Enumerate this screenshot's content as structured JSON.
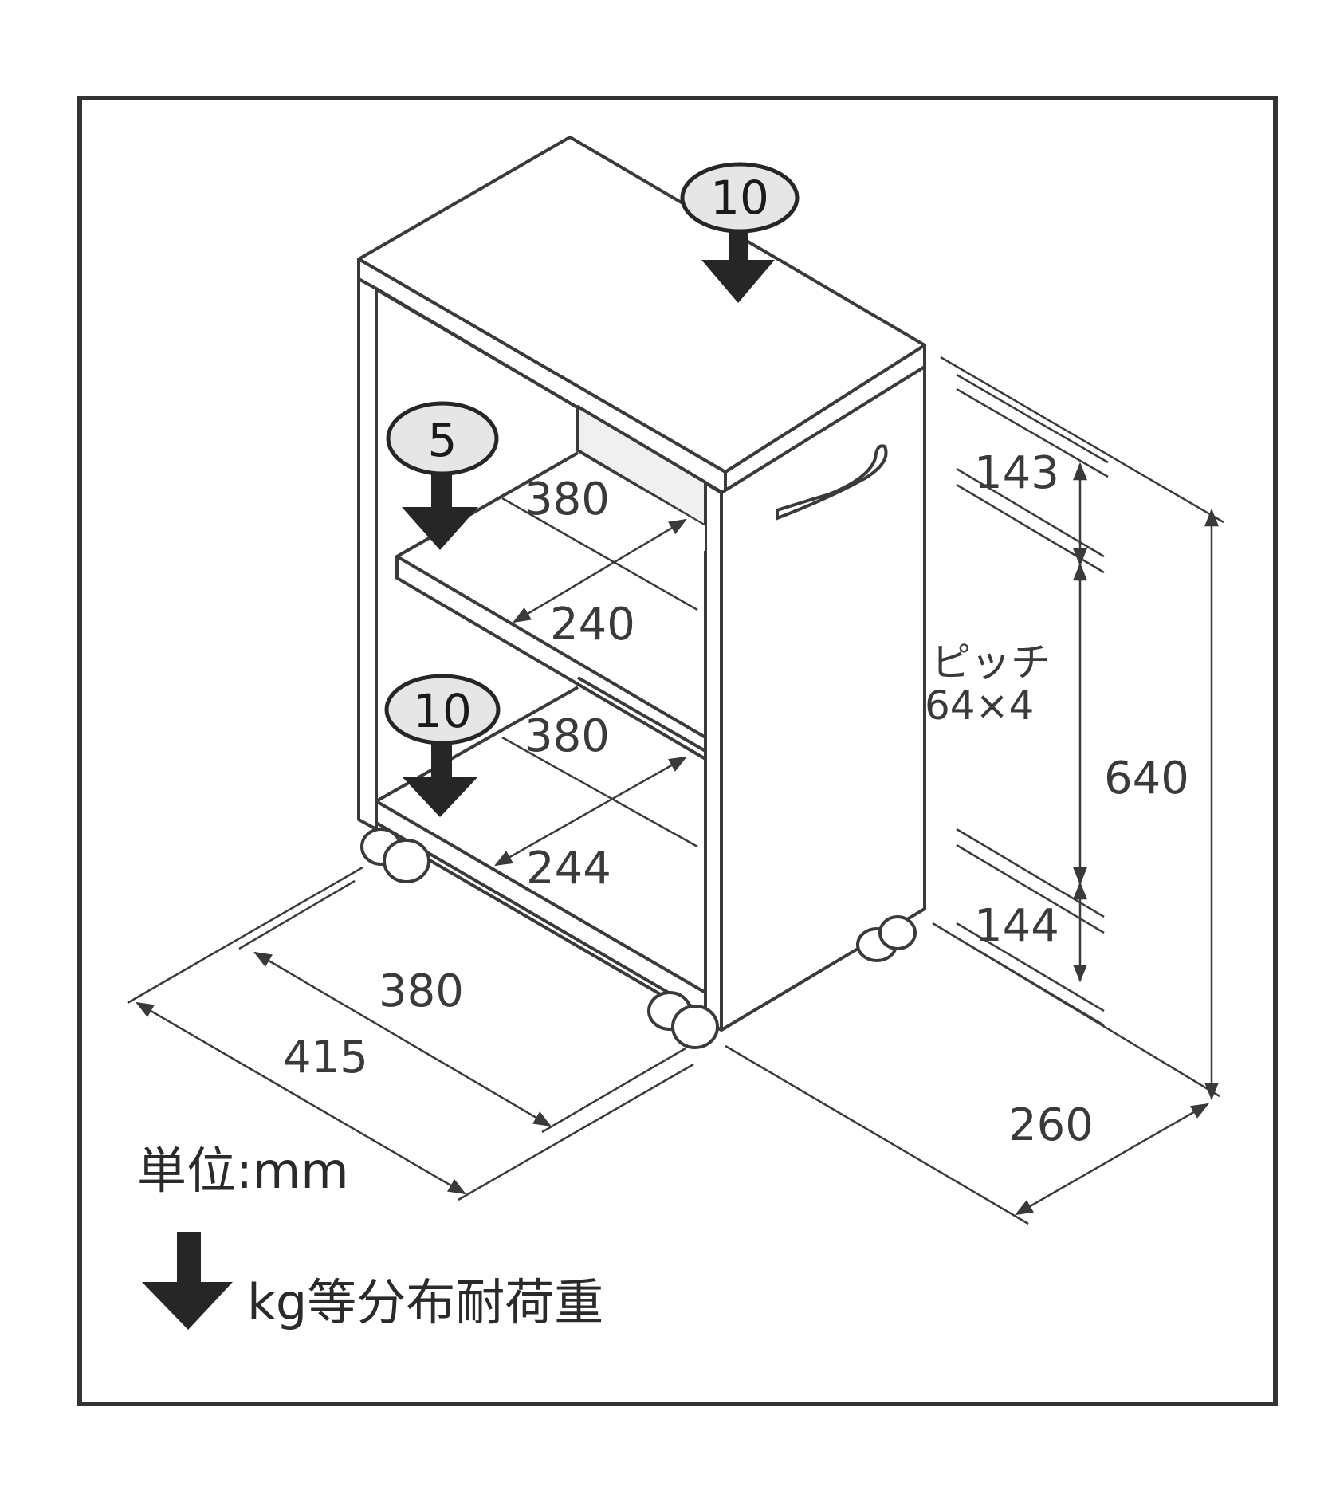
{
  "colors": {
    "frame": "#333333",
    "line": "#3a3a3a",
    "arrow": "#262626",
    "badge_fill": "#e6e6e6",
    "text": "#3a3a3a"
  },
  "loads": {
    "top": "10",
    "upper_shelf": "5",
    "lower_shelf": "10"
  },
  "dimensions": {
    "upper_shelf_width": "380",
    "upper_shelf_depth": "240",
    "lower_shelf_width": "380",
    "lower_shelf_depth": "244",
    "pitch_top": "143",
    "pitch_bottom": "144",
    "pitch_label": "ピッチ",
    "pitch_value": "64×4",
    "height": "640",
    "inner_width": "380",
    "outer_width": "415",
    "depth": "260"
  },
  "legend": {
    "unit": "単位:mm",
    "load_note": "kg等分布耐荷重"
  }
}
